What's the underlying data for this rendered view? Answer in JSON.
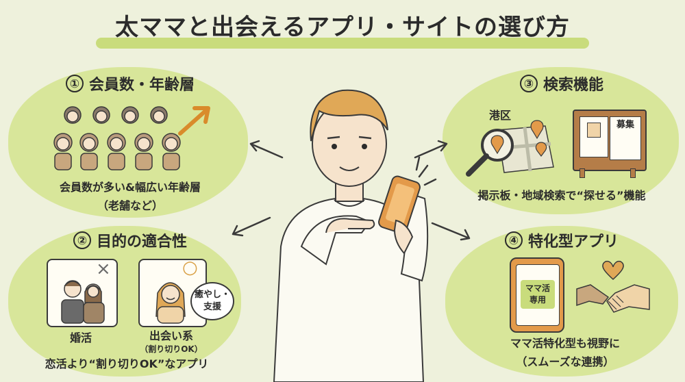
{
  "title": "太ママと出会えるアプリ・サイトの選び方",
  "panels": {
    "p1": {
      "number": "①",
      "heading": "会員数・年齢層",
      "caption_line1": "会員数が多い&幅広い年齢層",
      "caption_line2": "（老舗など）"
    },
    "p2": {
      "number": "②",
      "heading": "目的の適合性",
      "left_card_label": "婚活",
      "left_card_mark": "×",
      "right_card_label": "出会い系",
      "right_card_sub": "（割り切りOK）",
      "right_card_mark": "○",
      "bubble_line1": "癒やし・",
      "bubble_line2": "支援",
      "caption": "恋活より“割り切りOK”なアプリ"
    },
    "p3": {
      "number": "③",
      "heading": "検索機能",
      "map_label": "港区",
      "board_label": "募集",
      "caption": "掲示板・地域検索で“探せる”機能"
    },
    "p4": {
      "number": "④",
      "heading": "特化型アプリ",
      "tablet_line1": "ママ活",
      "tablet_line2": "専用",
      "caption_line1": "ママ活特化型も視野に",
      "caption_line2": "（スムーズな連携）"
    }
  },
  "colors": {
    "background": "#eef1dc",
    "blob": "#d8e69a",
    "accent": "#c9dc7c",
    "hair": "#e0a857",
    "phone": "#e39a4a",
    "heart": "#e0a857"
  }
}
